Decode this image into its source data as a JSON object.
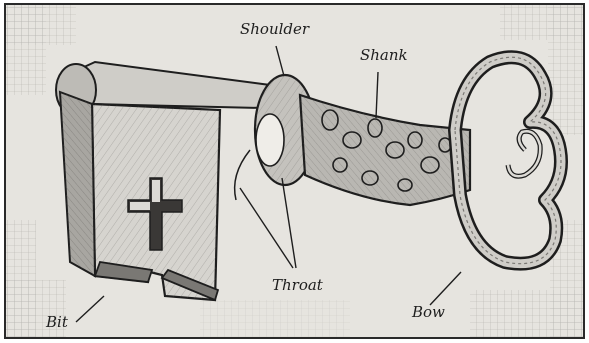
{
  "diagram": {
    "labels": {
      "shoulder": "Shoulder",
      "shank": "Shank",
      "throat": "Throat",
      "bit": "Bit",
      "bow": "Bow"
    },
    "colors": {
      "paper": "#e6e4df",
      "ink": "#1e1e1e",
      "key_shade": "#9a9894",
      "key_light": "#d9d7d2"
    }
  }
}
